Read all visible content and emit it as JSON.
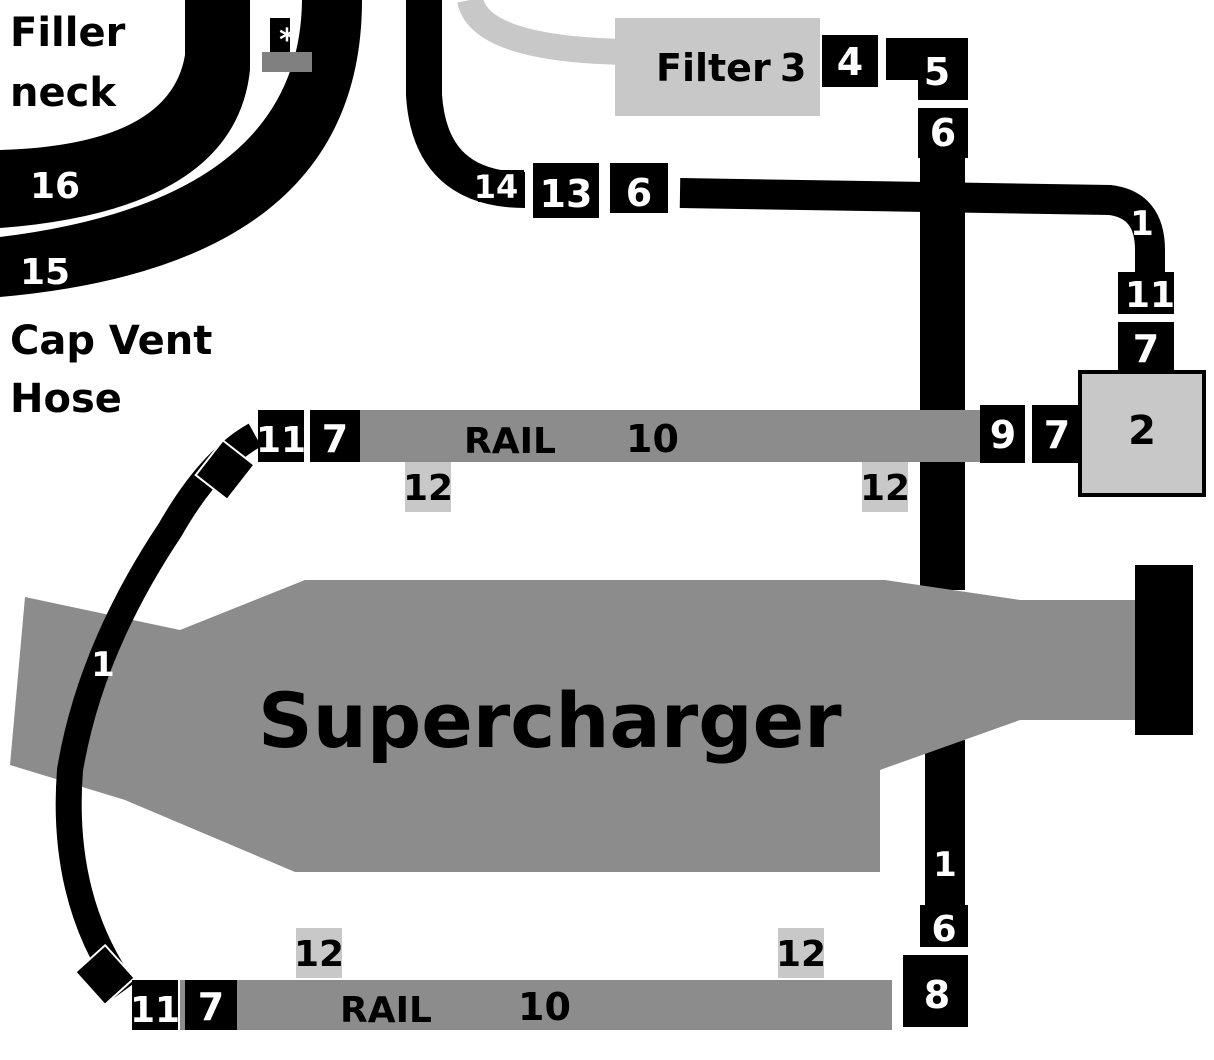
{
  "colors": {
    "hose": "#000000",
    "rail": "#8c8c8c",
    "supercharger": "#8c8c8c",
    "light_part": "#c8c8c8",
    "background": "#ffffff"
  },
  "text_labels": {
    "filler_neck_line1": "Filler",
    "filler_neck_line2": "neck",
    "cap_vent_line1": "Cap Vent",
    "cap_vent_line2": "Hose",
    "asterisk": "*",
    "filter": "Filter",
    "supercharger": "Supercharger",
    "rail": "RAIL"
  },
  "part_numbers": {
    "p1": "1",
    "p2": "2",
    "p3": "3",
    "p4": "4",
    "p5": "5",
    "p6": "6",
    "p7": "7",
    "p8": "8",
    "p9": "9",
    "p10": "10",
    "p11": "11",
    "p12": "12",
    "p13": "13",
    "p14": "14",
    "p15": "15",
    "p16": "16"
  }
}
